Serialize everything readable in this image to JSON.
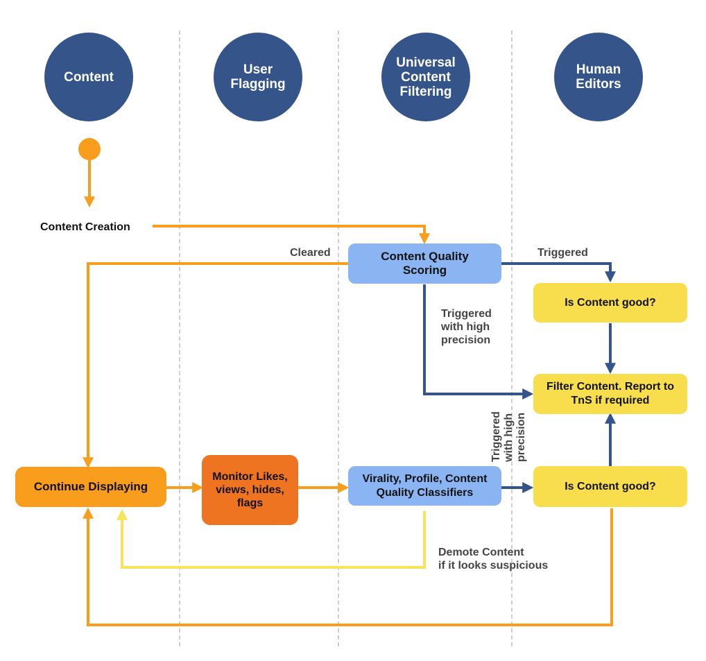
{
  "lanes": [
    {
      "name": "Content",
      "color": "#34548a"
    },
    {
      "name": "User\nFlagging",
      "color": "#34548a"
    },
    {
      "name": "Universal\nContent\nFiltering",
      "color": "#34548a"
    },
    {
      "name": "Human\nEditors",
      "color": "#34548a"
    }
  ],
  "nodes": {
    "content_creation": "Content Creation",
    "content_quality_scoring": "Content Quality\nScoring",
    "is_content_good_top": "Is Content good?",
    "filter_content": "Filter Content. Report to\nTnS if required",
    "continue_displaying": "Continue Displaying",
    "monitor": "Monitor Likes,\nviews, hides,\nflags",
    "classifiers": "Virality, Profile, Content\nQuality Classifiers",
    "is_content_good_bottom": "Is Content good?"
  },
  "edge_labels": {
    "cleared": "Cleared",
    "triggered": "Triggered",
    "triggered_high_precision": "Triggered\nwith high\nprecision",
    "triggered_high_precision_vertical": "Triggered\nwith high\nprecision",
    "demote_content": "Demote Content\nif it looks suspicious"
  },
  "colors": {
    "lane_header": "#34548a",
    "flow_orange": "#f99d1c",
    "flow_blue": "#34548a",
    "flow_yellow": "#f8e45c",
    "box_blue": "#8ab4f2",
    "box_yellow": "#f8de4c",
    "box_orange": "#f99d1c",
    "box_dark_orange": "#ef7422"
  }
}
